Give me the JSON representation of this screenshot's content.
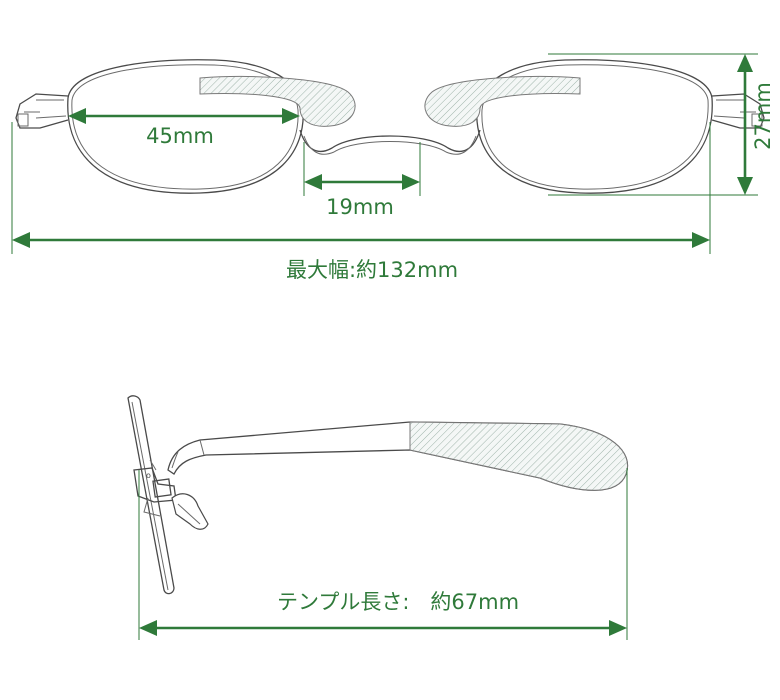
{
  "front_view": {
    "lens_width_label": "45mm",
    "bridge_width_label": "19mm",
    "lens_height_label": "27mm",
    "max_width_label": "最大幅:約132mm"
  },
  "side_view": {
    "temple_length_label": "テンプル長さ:　約67mm"
  },
  "colors": {
    "dimension": "#2f7a3a",
    "frame": "#4a4a4a",
    "hatch": "#9fb4aa"
  }
}
